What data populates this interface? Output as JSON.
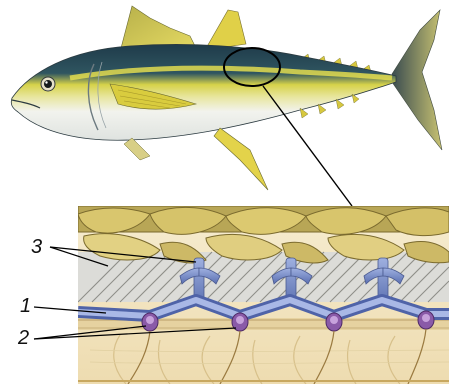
{
  "figure": {
    "labels": [
      {
        "id": "label-1",
        "text": "1"
      },
      {
        "id": "label-2",
        "text": "2"
      },
      {
        "id": "label-3",
        "text": "3"
      }
    ]
  },
  "colors": {
    "background": "#ffffff",
    "fish_back": "#1f3b4a",
    "fish_lateral_band": "#d6d24a",
    "fish_belly": "#f2f3ee",
    "fins_yellow": "#d9c93a",
    "muscle_cream": "#f3e6c2",
    "scale_olive": "#c9b86a",
    "vessel_blue": "#6f86c4",
    "node_purple": "#8a5aa8",
    "stripe_tan": "#c8b07a"
  }
}
